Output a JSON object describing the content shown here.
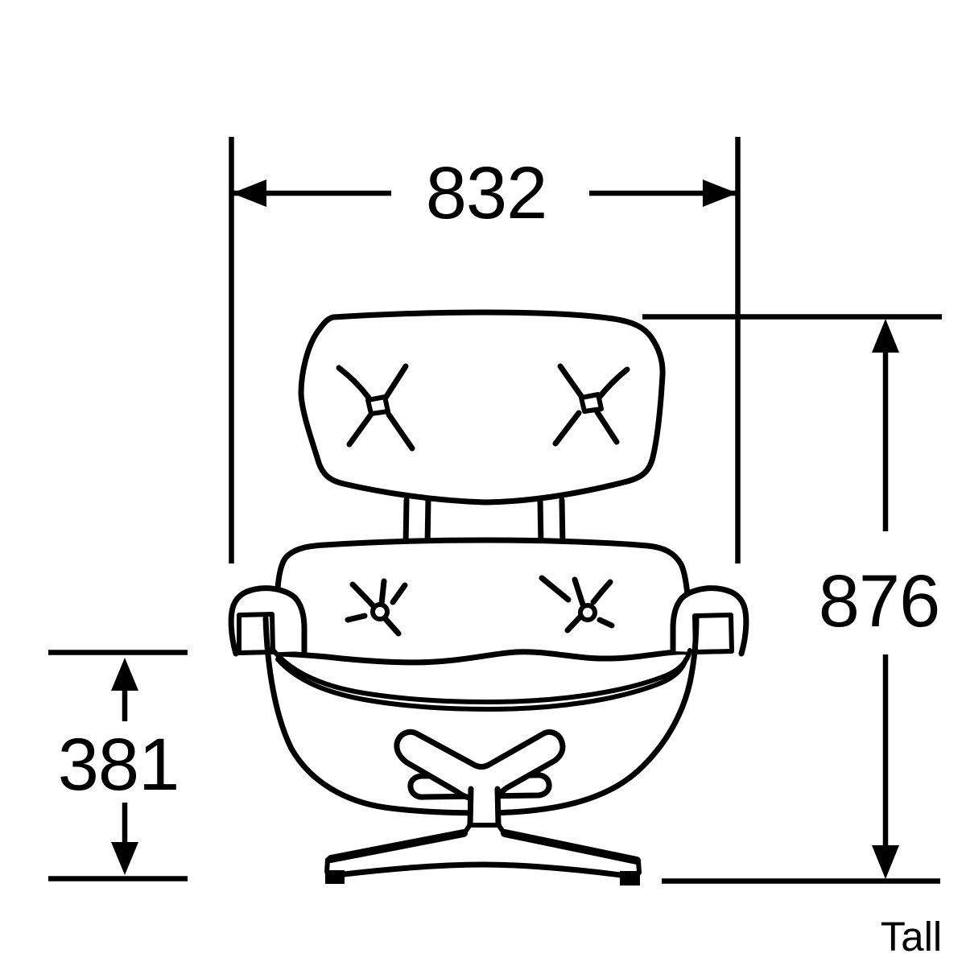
{
  "canvas": {
    "background_color": "#ffffff",
    "line_color": "#000000"
  },
  "diagram": {
    "subject": "lounge-chair-front-elevation-dimension-drawing",
    "dimensions": {
      "width": {
        "value": "832",
        "orientation": "horizontal",
        "position": "top"
      },
      "height": {
        "value": "876",
        "orientation": "vertical",
        "position": "right"
      },
      "seat_height": {
        "value": "381",
        "orientation": "vertical",
        "position": "left"
      }
    },
    "note": "Tall"
  }
}
